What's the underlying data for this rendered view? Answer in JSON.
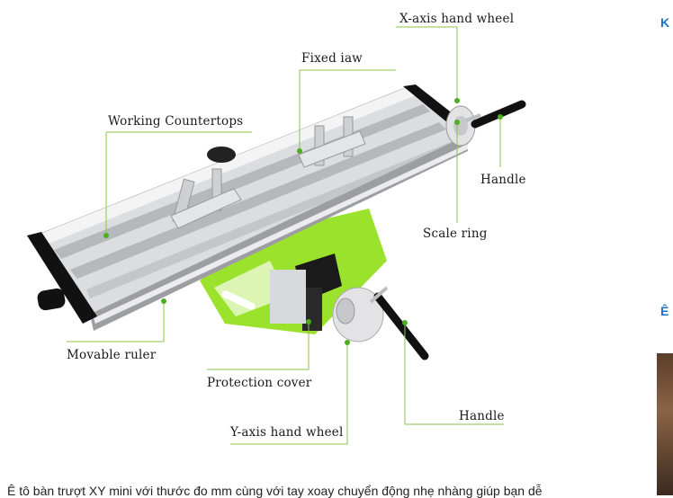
{
  "callouts": {
    "x_axis_hand_wheel": "X-axis hand wheel",
    "fixed_jaw": "Fixed iaw",
    "working_countertops": "Working Countertops",
    "handle_right": "Handle",
    "scale_ring": "Scale ring",
    "movable_ruler": "Movable ruler",
    "protection_cover": "Protection cover",
    "handle_bottom": "Handle",
    "y_axis_hand_wheel": "Y-axis hand wheel"
  },
  "sidebar": {
    "heading_top": "K",
    "heading_mid": "Ê"
  },
  "description": "Ê tô bàn trượt XY mini với thước đo mm cùng với tay xoay chuyển động nhẹ nhàng giúp bạn dễ",
  "colors": {
    "leader_line": "#8bc34a",
    "dot": "#4caf1f",
    "frame_green": "#9be22c",
    "aluminum": "#dcdde0",
    "link_blue": "#1a73c8"
  }
}
